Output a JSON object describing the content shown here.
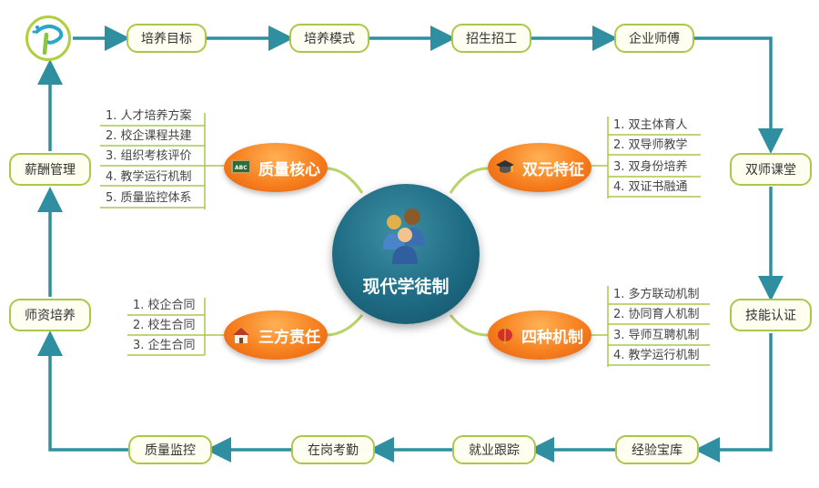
{
  "flow_boxes": {
    "top": [
      "培养目标",
      "培养模式",
      "招生招工",
      "企业师傅"
    ],
    "right": [
      "双师课堂",
      "技能认证"
    ],
    "bottom": [
      "经验宝库",
      "就业跟踪",
      "在岗考勤",
      "质量监控"
    ],
    "left": [
      "师资培养",
      "薪酬管理"
    ]
  },
  "center": {
    "title": "现代学徒制"
  },
  "branches": {
    "quality_core": {
      "title": "质量核心",
      "icon": "chalkboard-icon",
      "items": [
        "1. 人才培养方案",
        "2. 校企课程共建",
        "3. 组织考核评价",
        "4. 教学运行机制",
        "5. 质量监控体系"
      ]
    },
    "dual_features": {
      "title": "双元特征",
      "icon": "graduation-cap-icon",
      "items": [
        "1. 双主体育人",
        "2. 双导师教学",
        "3. 双身份培养",
        "4. 双证书融通"
      ]
    },
    "three_parties": {
      "title": "三方责任",
      "icon": "house-icon",
      "items": [
        "1. 校企合同",
        "2. 校生合同",
        "3. 企生合同"
      ]
    },
    "four_mechanisms": {
      "title": "四种机制",
      "icon": "lantern-icon",
      "items": [
        "1. 多方联动机制",
        "2. 协同育人机制",
        "3. 导师互聘机制",
        "4. 教学运行机制"
      ]
    }
  },
  "colors": {
    "flow_line": "#2f8fa0",
    "box_border": "#a9c84a",
    "oval": "#f7801f",
    "center": "#1e6c84",
    "branch_line": "#b7d36a"
  }
}
